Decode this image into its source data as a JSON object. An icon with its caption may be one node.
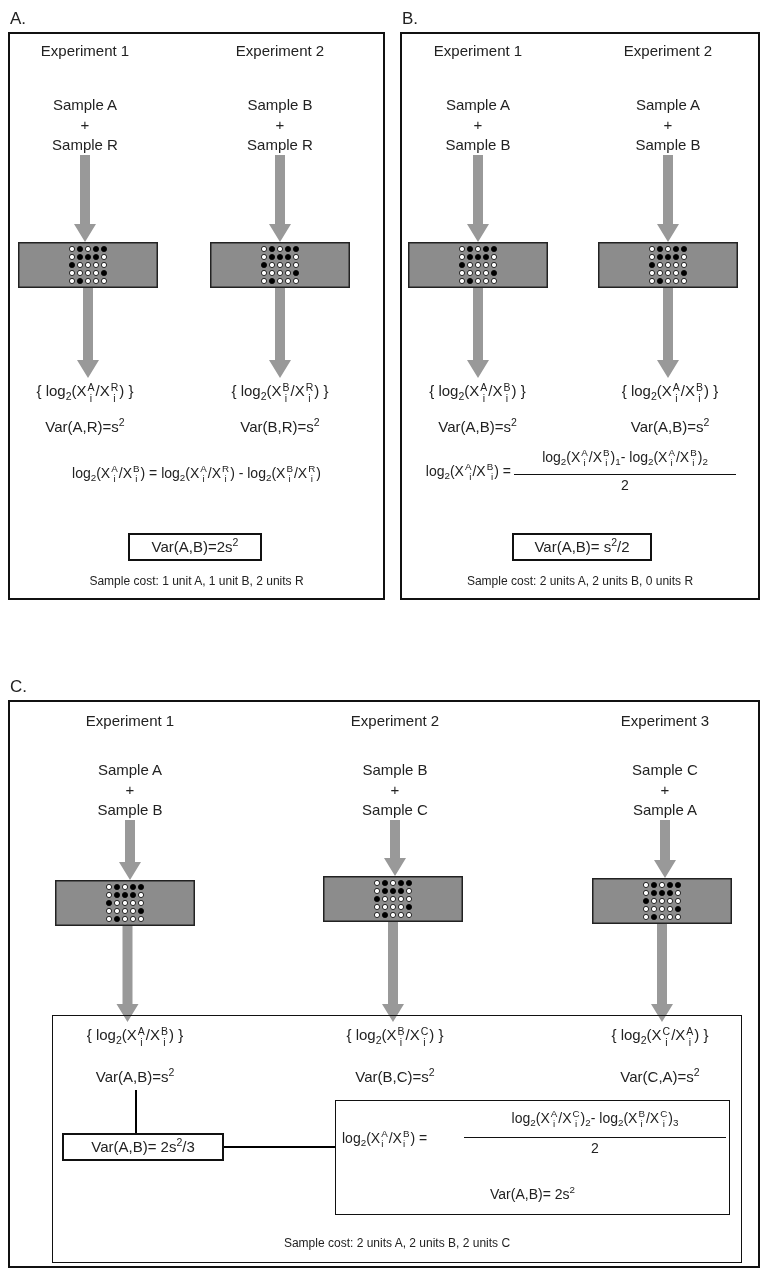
{
  "diagram": {
    "nodes": [
      {
        "text": [
          "A."
        ]
      },
      {
        "text": [
          "Sample A + Sample R"
        ],
        "in": 0
      },
      {
        "text": [],
        "shape": "picture",
        "in": 0
      },
      {
        "text": [
          "{ log$_{2}$(X$^{A}$$_{i}$/X$^{R}$$_{i}$) }",
          "Var(A,R)=s$^{2}$"
        ],
        "in": 0
      },
      {
        "text": [
          "Sample B + Sample R"
        ],
        "in": 0
      },
      {
        "text": [],
        "shape": "picture",
        "in": 0
      },
      {
        "text": [
          "{ log$_{2}$(X$^{B}$$_{i}$/X$^{R}$$_{i}$) }",
          "Var(B,R)=s$^{2}$"
        ],
        "in": 0
      },
      {
        "text": [
          "Var(A,B)=2s$^{2}$"
        ],
        "in": 0
      },
      {
        "text": [
          "B."
        ]
      },
      {
        "text": [
          "Sample A + Sample B"
        ],
        "in": 8
      },
      {
        "text": [],
        "shape": "picture",
        "in": 8
      },
      {
        "text": [
          "{ log$_{2}$(X$^{A}$$_{i}$/X$^{B}$$_{i}$) }",
          "Var(A,B)=s$^{2}$"
        ],
        "in": 8
      },
      {
        "text": [
          "Sample A + Sample B"
        ],
        "in": 8
      },
      {
        "text": [],
        "shape": "picture",
        "in": 8
      },
      {
        "text": [
          "{ log$_{2}$(X$^{A}$$_{i}$/X$^{B}$$_{i}$) }",
          "Var(A,B)=s$^{2}$"
        ],
        "in": 8
      },
      {
        "text": [
          "Var(A,B)= s$^{2}$/2"
        ],
        "in": 8
      },
      {
        "text": [
          "C."
        ]
      },
      {
        "text": [
          "Sample A + Sample B"
        ],
        "in": 16
      },
      {
        "text": [
          "Sample B + Sample C"
        ],
        "in": 16
      },
      {
        "text": [
          "Sample C + Sample A"
        ],
        "in": 16
      },
      {
        "text": [],
        "shape": "picture",
        "in": 16
      },
      {
        "text": [],
        "shape": "picture",
        "in": 16
      },
      {
        "text": [],
        "shape": "picture",
        "in": 16
      },
      {
        "text": [],
        "shape": "box",
        "in": 16
      },
      {
        "text": [
          "{ log$_{2}$(X$^{A}$$_{i}$/X$^{B}$$_{i}$) }",
          "Var(A,B)=s$^{2}$"
        ],
        "in": 23
      },
      {
        "text": [
          "{ log$_{2}$(X$^{B}$$_{i}$/X$^{C}$$_{i}$) }",
          "Var(B,C)=s$^{2}$"
        ],
        "in": 23
      },
      {
        "text": [
          "{ log$_{2}$(X$^{C}$$_{i}$/X$^{A}$$_{i}$) }",
          "Var(C,A)=s$^{2}$"
        ],
        "in": 23
      },
      {
        "text": [
          "Var(A,B)= 2s$^{2}$/3"
        ],
        "in": 23
      },
      {
        "text": [
          "log$_{2}$(X$^{A}$$_{i}$/X$^{B}$$_{i}$) =",
          "log$_{2}$(X$^{A}$$_{i}$/X$^{C}$$_{i}$)$_{2}$- log$_{2}$(X$^{B}$$_{i}$/X$^{C}$$_{i}$)$_{3}$",
          "2",
          "Var(A,B)= 2s$^{2}$"
        ],
        "in": 23
      }
    ],
    "edges": [
      {
        "from": 1,
        "to": 2,
        "arrow": "to",
        "style": "thick"
      },
      {
        "from": 2,
        "to": 3,
        "arrow": "to",
        "style": "thick"
      },
      {
        "from": 4,
        "to": 5,
        "arrow": "to",
        "style": "thick"
      },
      {
        "from": 5,
        "to": 6,
        "arrow": "to",
        "style": "thick"
      },
      {
        "from": 9,
        "to": 10,
        "arrow": "to",
        "style": "thick"
      },
      {
        "from": 10,
        "to": 11,
        "arrow": "to",
        "style": "thick"
      },
      {
        "from": 12,
        "to": 13,
        "arrow": "to",
        "style": "thick"
      },
      {
        "from": 13,
        "to": 14,
        "arrow": "to",
        "style": "thick"
      },
      {
        "from": 17,
        "to": 20,
        "arrow": "to",
        "style": "thick"
      },
      {
        "from": 20,
        "to": 24,
        "arrow": "to",
        "style": "thick"
      },
      {
        "from": 18,
        "to": 21,
        "arrow": "to",
        "style": "thick"
      },
      {
        "from": 21,
        "to": 25,
        "arrow": "to",
        "style": "thick"
      },
      {
        "from": 19,
        "to": 22,
        "arrow": "to",
        "style": "thick"
      },
      {
        "from": 22,
        "to": 26,
        "arrow": "to",
        "style": "thick"
      },
      {
        "from": 24,
        "to": 27,
        "arrow": "none",
        "color": "#000000"
      },
      {
        "from": 28,
        "to": 27,
        "arrow": "none",
        "color": "#000000"
      }
    ],
    "labels": [
      "Experiment 1",
      "Experiment 2",
      "log$_{2}$(X$^{A}$$_{i}$/X$^{B}$$_{i}$) = log$_{2}$(X$^{A}$$_{i}$/X$^{R}$$_{i}$) - log$_{2}$(X$^{B}$$_{i}$/X$^{R}$$_{i}$)",
      "Sample cost: 1 unit A, 1 unit B, 2 units R",
      "Experiment 1",
      "Experiment 2",
      "log$_{2}$(X$^{A}$$_{i}$/X$^{B}$$_{i}$) =",
      "log$_{2}$(X$^{A}$$_{i}$/X$^{B}$$_{i}$)$_{1}$- log$_{2}$(X$^{A}$$_{i}$/X$^{B}$$_{i}$)$_{2}$",
      "2",
      "Sample cost: 2 units A, 2 units B, 0 units R",
      "Experiment 1",
      "Experiment 2",
      "Experiment 3",
      "Sample cost: 2 units A, 2 units B, 2 units C"
    ]
  }
}
